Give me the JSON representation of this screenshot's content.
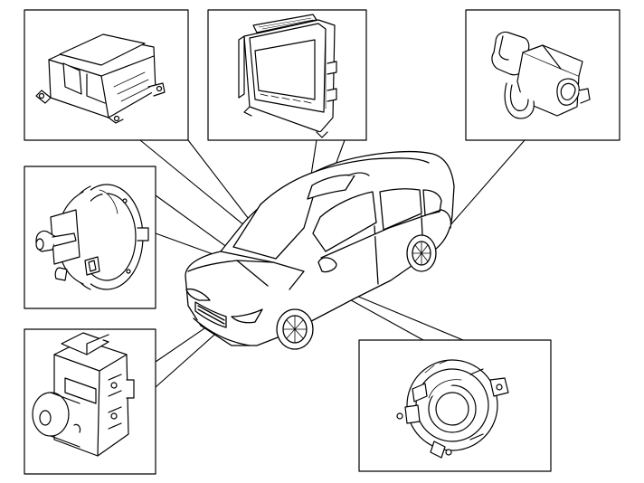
{
  "figure": {
    "background": "#ffffff",
    "line_color": "#000000",
    "components": [
      {
        "id": "airbag-control-module",
        "icon": "control-module-icon"
      },
      {
        "id": "electronic-control-unit",
        "icon": "ecu-icon"
      },
      {
        "id": "sensor-connector",
        "icon": "sensor-icon"
      },
      {
        "id": "brake-booster",
        "icon": "brake-booster-icon"
      },
      {
        "id": "abs-modulator",
        "icon": "abs-unit-icon"
      },
      {
        "id": "steering-clock-spring",
        "icon": "clock-spring-icon"
      }
    ],
    "vehicle": {
      "icon": "sedan-car-icon"
    }
  }
}
